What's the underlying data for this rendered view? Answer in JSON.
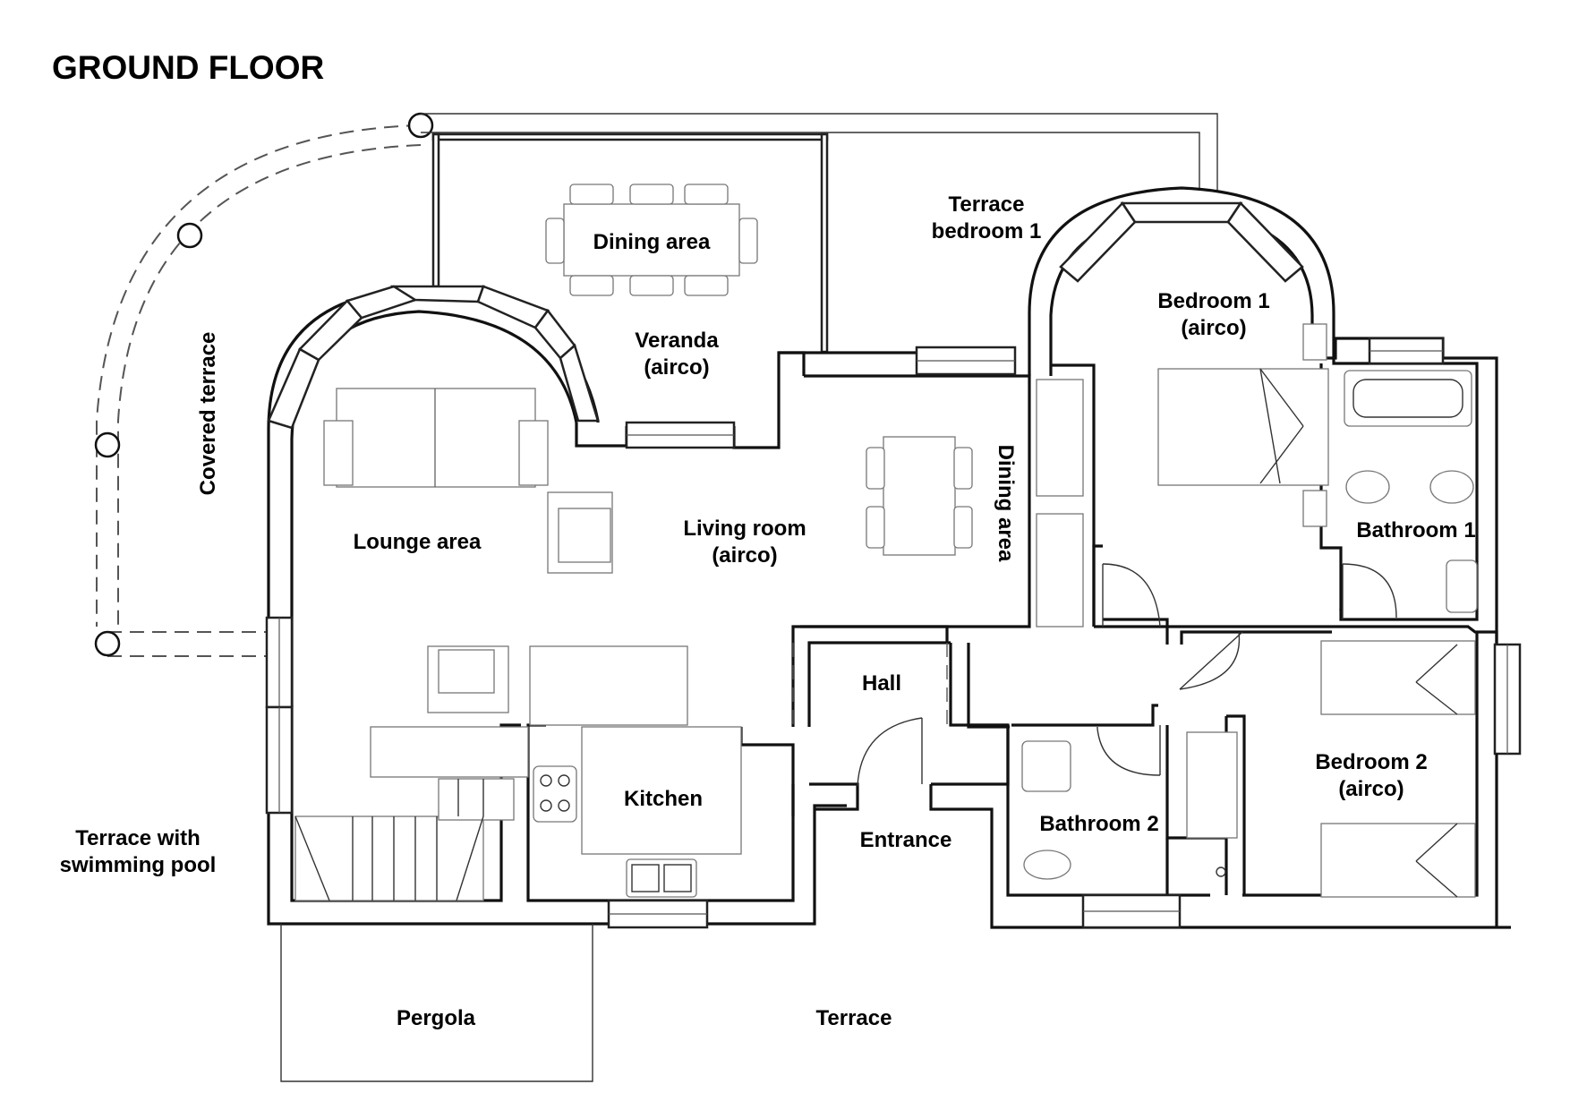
{
  "title": "GROUND FLOOR",
  "rooms": {
    "dining_area_veranda": "Dining area",
    "veranda_1": "Veranda",
    "veranda_2": "(airco)",
    "terrace_bedroom_1": "Terrace",
    "terrace_bedroom_2": "bedroom 1",
    "bedroom1_1": "Bedroom 1",
    "bedroom1_2": "(airco)",
    "covered_terrace": "Covered terrace",
    "lounge_area": "Lounge area",
    "living_room_1": "Living room",
    "living_room_2": "(airco)",
    "dining_area_living": "Dining area",
    "bathroom1": "Bathroom 1",
    "hall": "Hall",
    "kitchen": "Kitchen",
    "entrance": "Entrance",
    "bathroom2": "Bathroom 2",
    "bedroom2_1": "Bedroom 2",
    "bedroom2_2": "(airco)",
    "terrace_pool_1": "Terrace with",
    "terrace_pool_2": "swimming pool",
    "pergola": "Pergola",
    "terrace": "Terrace"
  }
}
